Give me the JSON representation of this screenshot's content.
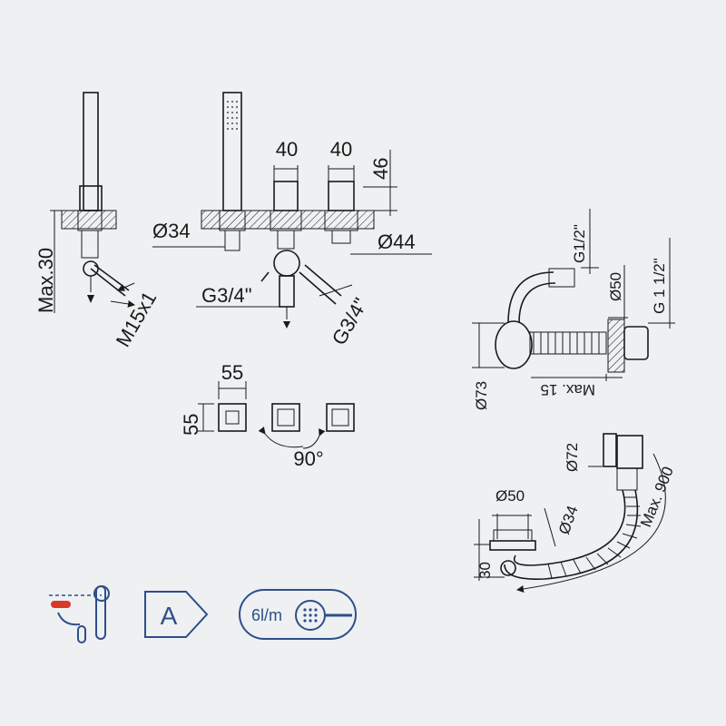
{
  "dimensions": {
    "max30": "Max.30",
    "m15x1": "M15x1",
    "dia34_top": "Ø34",
    "g34_left": "G3/4\"",
    "g34_right": "G3/4\"",
    "w40_a": "40",
    "w40_b": "40",
    "h46": "46",
    "dia44": "Ø44",
    "w55": "55",
    "h55": "55",
    "rot90": "90°",
    "g12": "G1/2\"",
    "dia50_top": "Ø50",
    "g112": "G 1 1/2\"",
    "dia73": "Ø73",
    "max15": "Max. 15",
    "dia72": "Ø72",
    "dia50_bottom": "Ø50",
    "dia34_bottom": "Ø34",
    "h30": "30",
    "max900": "Max. 900"
  },
  "icons": {
    "energy_class": "A",
    "flow_rate": "6l/m"
  },
  "colors": {
    "line": "#1a1a1a",
    "icon_blue": "#2d4f8b",
    "icon_red": "#d8392b",
    "background": "#eef0f2"
  }
}
